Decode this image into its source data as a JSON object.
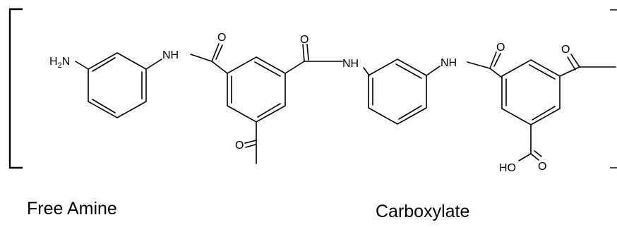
{
  "molecule": {
    "labels": {
      "h": "H",
      "h_sub": "2",
      "n": "N",
      "nh": "NH",
      "o": "O",
      "ho": "HO"
    }
  },
  "captions": {
    "left": "Free Amine",
    "right": "Carboxylate"
  }
}
